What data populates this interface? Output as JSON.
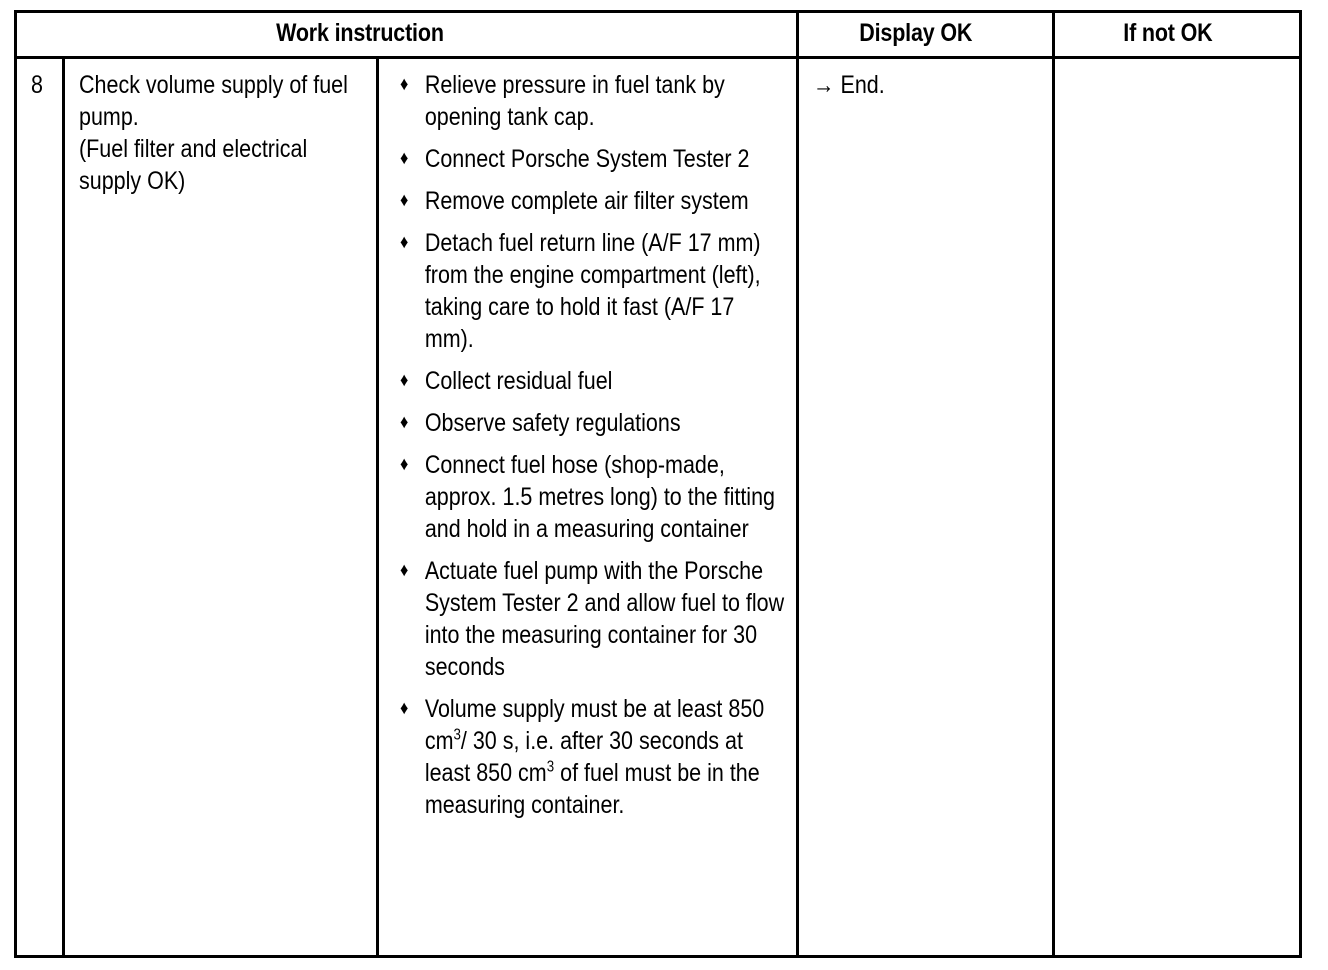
{
  "document": {
    "type": "work-instruction-table",
    "bullet_glyph": "♦",
    "arrow_glyph": "→"
  },
  "table": {
    "headers": {
      "work_instruction": "Work instruction",
      "display_ok": "Display OK",
      "if_not_ok": "If not OK"
    },
    "row": {
      "number": "8",
      "description": [
        "Check volume supply of fuel pump.",
        "(Fuel filter and electrical supply OK)"
      ],
      "steps": [
        "Relieve pressure in fuel tank by opening tank cap.",
        "Connect Porsche System Tester 2",
        "Remove complete air filter system",
        "Detach fuel return line (A/F 17 mm) from the engine compartment (left), taking care to hold it fast (A/F 17 mm).",
        "Collect residual fuel",
        "Observe safety regulations",
        "Connect fuel hose (shop-made, approx. 1.5 metres long) to the fitting and hold in a measuring container",
        "Actuate fuel pump with the Porsche System Tester 2 and allow fuel to flow into the measuring container for 30 seconds",
        "Volume supply must be at least 850 cm³/ 30 s, i.e. after 30 seconds at least 850 cm³ of fuel must be in the measuring container."
      ],
      "display_ok": "End.",
      "if_not_ok": ""
    }
  },
  "colors": {
    "border": "#000000",
    "text": "#000000",
    "background": "#ffffff"
  }
}
